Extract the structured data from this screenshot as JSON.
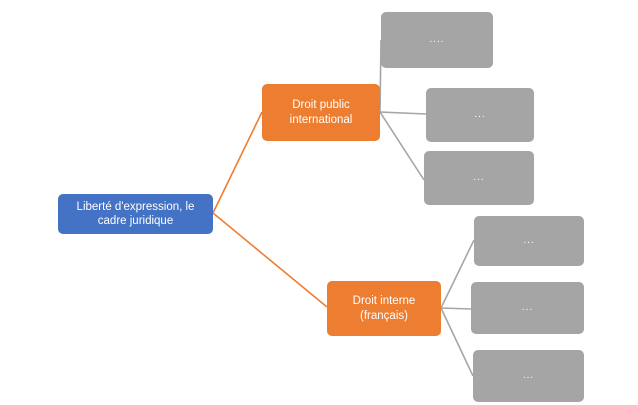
{
  "diagram": {
    "type": "hierarchy",
    "title": "Liberté d'expression, le cadre juridique",
    "background_color": "#FFFFFF",
    "colors": {
      "root": "#4472C4",
      "branch": "#ED7D31",
      "leaf": "#A5A5A5",
      "root_connector": "#ED7D31",
      "leaf_connector": "#A5A5A5",
      "text": "#FFFFFF"
    },
    "root": {
      "label": "Liberté d'expression, le cadre juridique"
    },
    "branches": [
      {
        "label": "Droit public international",
        "children": [
          {
            "label": "...."
          },
          {
            "label": "..."
          },
          {
            "label": "..."
          }
        ]
      },
      {
        "label": "Droit interne (français)",
        "children": [
          {
            "label": "..."
          },
          {
            "label": "..."
          },
          {
            "label": "..."
          }
        ]
      }
    ]
  }
}
